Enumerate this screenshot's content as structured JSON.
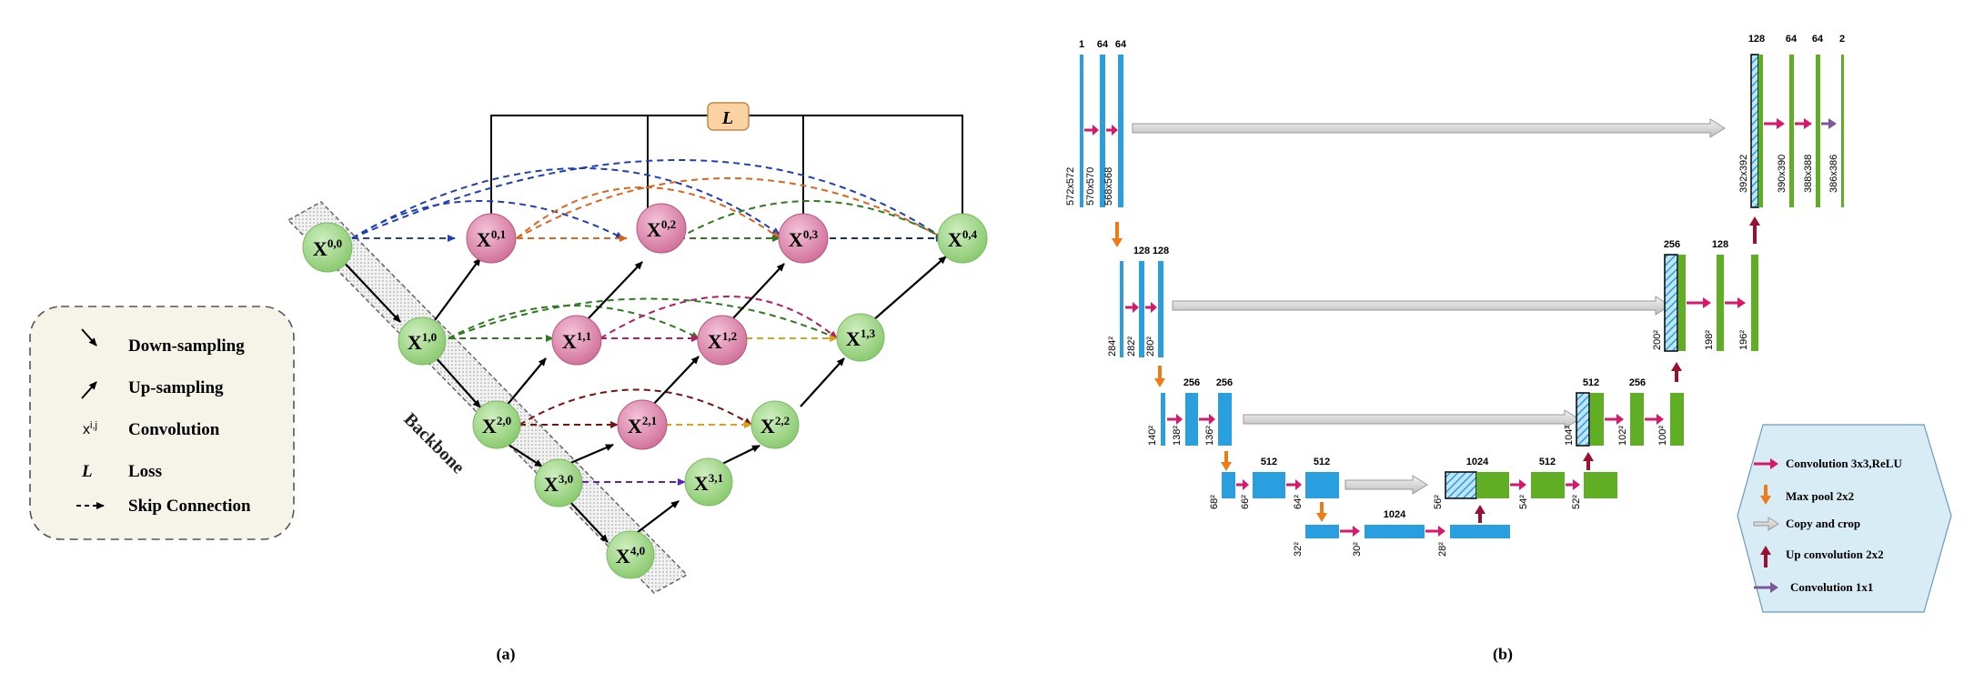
{
  "panel_a": {
    "caption": "(a)",
    "loss_label": "L",
    "backbone_label": "Backbone",
    "nodes": [
      {
        "id": "x00",
        "base": "X",
        "sup": "0,0",
        "kind": "green"
      },
      {
        "id": "x10",
        "base": "X",
        "sup": "1,0",
        "kind": "green"
      },
      {
        "id": "x20",
        "base": "X",
        "sup": "2,0",
        "kind": "green"
      },
      {
        "id": "x30",
        "base": "X",
        "sup": "3,0",
        "kind": "green"
      },
      {
        "id": "x40",
        "base": "X",
        "sup": "4,0",
        "kind": "green"
      },
      {
        "id": "x01",
        "base": "X",
        "sup": "0,1",
        "kind": "pink"
      },
      {
        "id": "x02",
        "base": "X",
        "sup": "0,2",
        "kind": "pink"
      },
      {
        "id": "x03",
        "base": "X",
        "sup": "0,3",
        "kind": "pink"
      },
      {
        "id": "x04",
        "base": "X",
        "sup": "0,4",
        "kind": "green"
      },
      {
        "id": "x11",
        "base": "X",
        "sup": "1,1",
        "kind": "pink"
      },
      {
        "id": "x12",
        "base": "X",
        "sup": "1,2",
        "kind": "pink"
      },
      {
        "id": "x13",
        "base": "X",
        "sup": "1,3",
        "kind": "green"
      },
      {
        "id": "x21",
        "base": "X",
        "sup": "2,1",
        "kind": "pink"
      },
      {
        "id": "x22",
        "base": "X",
        "sup": "2,2",
        "kind": "green"
      },
      {
        "id": "x31",
        "base": "X",
        "sup": "3,1",
        "kind": "green"
      }
    ],
    "legend": {
      "items": [
        {
          "symbol": "arrow-down",
          "label": "Down-sampling"
        },
        {
          "symbol": "arrow-up",
          "label": "Up-sampling"
        },
        {
          "symbol": "x-ij",
          "text": "x",
          "sup": "i,j",
          "label": "Convolution"
        },
        {
          "symbol": "L",
          "text": "L",
          "label": "Loss"
        },
        {
          "symbol": "dashed-arrow",
          "label": "Skip Connection"
        }
      ]
    }
  },
  "panel_b": {
    "caption": "(b)",
    "channels_level1": [
      "1",
      "64",
      "64"
    ],
    "sizes_level1": [
      "572x572",
      "570x570",
      "568x568"
    ],
    "channels_level2": [
      "128",
      "128"
    ],
    "sizes_level2": [
      "284²",
      "282²",
      "280²"
    ],
    "sizes_level3": [
      "140²",
      "138²",
      "136²"
    ],
    "channels_level3": [
      "256",
      "256"
    ],
    "channels_level4": [
      "512",
      "512"
    ],
    "sizes_level4": [
      "68²",
      "66²",
      "64²"
    ],
    "channels_bottom": [
      "1024"
    ],
    "sizes_bottom": [
      "32²",
      "30²",
      "28²"
    ],
    "up_level4_channels": [
      "1024",
      "512"
    ],
    "up_level4_sizes": [
      "56²",
      "54²",
      "52²"
    ],
    "up_level3_channels": [
      "512",
      "256"
    ],
    "up_level3_sizes": [
      "104²",
      "102²",
      "100²"
    ],
    "up_level2_channels": [
      "256",
      "128"
    ],
    "up_level2_sizes": [
      "200²",
      "198²",
      "196²"
    ],
    "up_level1_channels": [
      "128",
      "64",
      "64",
      "2"
    ],
    "up_level1_sizes": [
      "392x392",
      "390x390",
      "388x388",
      "386x386"
    ],
    "legend": [
      {
        "color": "#d6196b",
        "label": "Convolution 3x3,ReLU"
      },
      {
        "color": "#f07a16",
        "label": "Max pool 2x2"
      },
      {
        "color": "#cccccc",
        "label": "Copy and crop"
      },
      {
        "color": "#9b1030",
        "label": "Up convolution 2x2"
      },
      {
        "color": "#7b5a9a",
        "label": "Convolution 1x1"
      }
    ]
  },
  "colors": {
    "green_node": "#a9dc8f",
    "pink_node": "#e48fb4",
    "blue_block": "#2a9fe0",
    "green_block": "#5fae24",
    "legend_bg": "#f6f3e9",
    "legend_b_bg": "#d8ecf5",
    "loss_bg": "#fbd3a3"
  }
}
